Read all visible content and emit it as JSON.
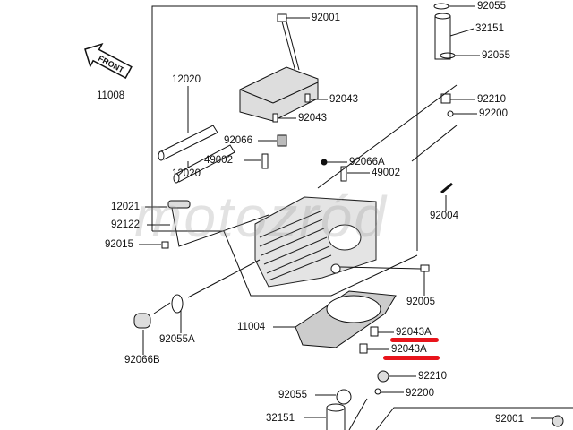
{
  "front_arrow": "FRONT",
  "watermark": "motozród",
  "highlight_color": "#e8141b",
  "labels": {
    "l92001_top": "92001",
    "l92055_top": "92055",
    "l32151_top": "32151",
    "l92055_mid": "92055",
    "l11008": "11008",
    "l12020_a": "12020",
    "l92043_a": "92043",
    "l92043_b": "92043",
    "l92210_top": "92210",
    "l92200_top": "92200",
    "l92066": "92066",
    "l92066A": "92066A",
    "l49002_a": "49002",
    "l49002_b": "49002",
    "l12020_b": "12020",
    "l12021": "12021",
    "l92004": "92004",
    "l92122": "92122",
    "l92015": "92015",
    "l92005": "92005",
    "l11004": "11004",
    "l92043A_a": "92043A",
    "l92043A_b": "92043A",
    "l92055A": "92055A",
    "l92066B": "92066B",
    "l92210_bot": "92210",
    "l92200_bot": "92200",
    "l92055_bot": "92055",
    "l32151_bot": "32151",
    "l92001_bot": "92001"
  }
}
